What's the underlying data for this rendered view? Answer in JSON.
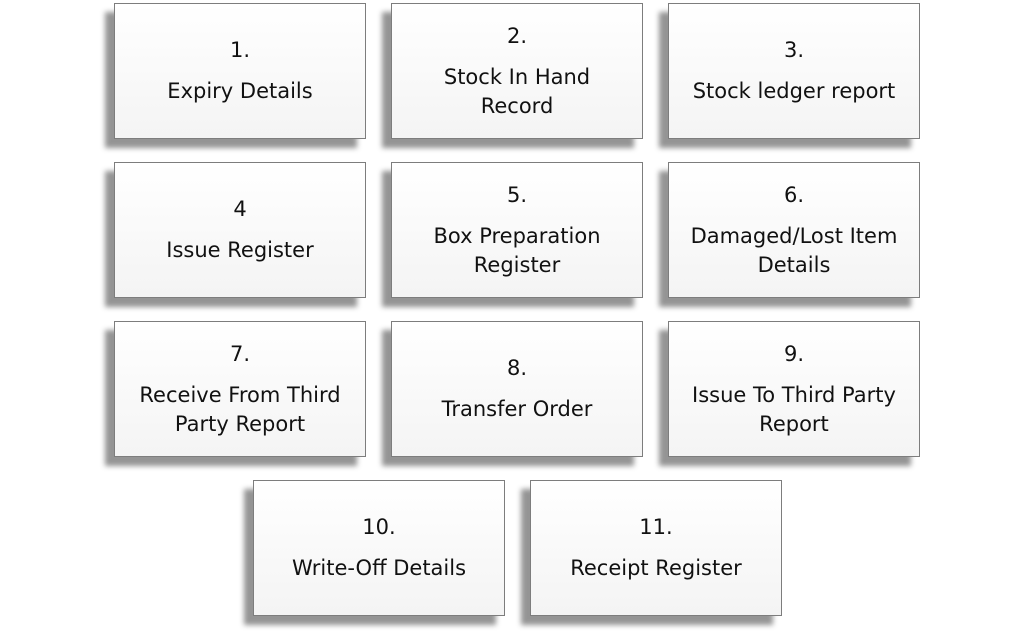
{
  "cards": [
    {
      "number": "1.",
      "lines": [
        "Expiry Details"
      ]
    },
    {
      "number": "2.",
      "lines": [
        "Stock In Hand",
        "Record"
      ]
    },
    {
      "number": "3.",
      "lines": [
        "Stock ledger report"
      ]
    },
    {
      "number": "4",
      "lines": [
        "Issue Register"
      ]
    },
    {
      "number": "5.",
      "lines": [
        "Box Preparation",
        "Register"
      ]
    },
    {
      "number": "6.",
      "lines": [
        "Damaged/Lost Item",
        "Details"
      ]
    },
    {
      "number": "7.",
      "lines": [
        "Receive From Third",
        "Party Report"
      ]
    },
    {
      "number": "8.",
      "lines": [
        "Transfer Order"
      ]
    },
    {
      "number": "9.",
      "lines": [
        "Issue To Third Party",
        "Report"
      ]
    },
    {
      "number": "10.",
      "lines": [
        "Write-Off Details"
      ]
    },
    {
      "number": "11.",
      "lines": [
        "Receipt Register"
      ]
    }
  ]
}
